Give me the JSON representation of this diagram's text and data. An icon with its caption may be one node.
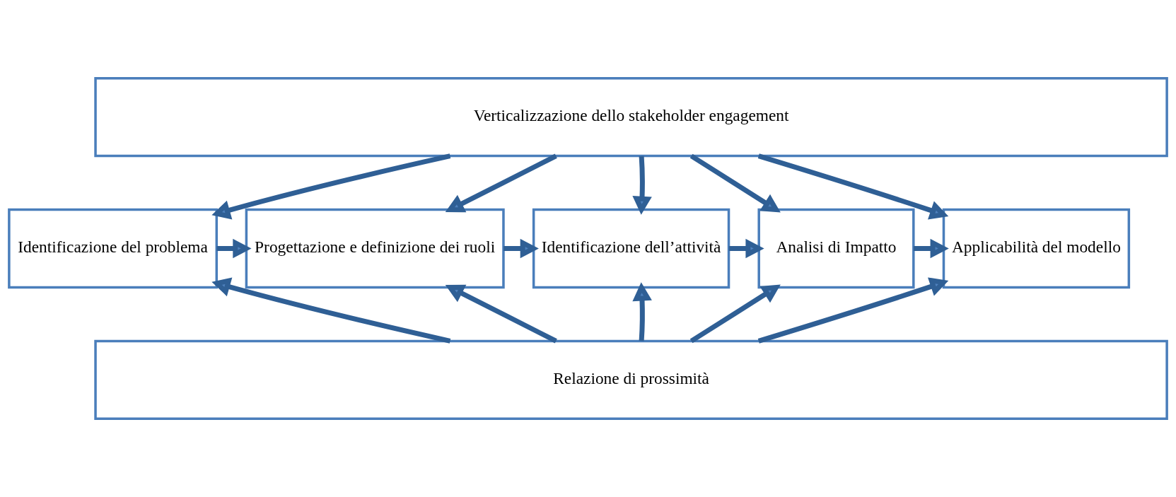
{
  "diagram": {
    "nodes": [
      {
        "text": [
          "Verticalizzazione dello stakeholder engagement"
        ]
      },
      {
        "text": [
          "Identificazione del problema"
        ]
      },
      {
        "text": [
          "Progettazione e definizione dei ruoli"
        ]
      },
      {
        "text": [
          "Identificazione dell’attività"
        ]
      },
      {
        "text": [
          "Analisi di Impatto"
        ]
      },
      {
        "text": [
          "Applicabilità del modello"
        ]
      },
      {
        "text": [
          "Relazione di prossimità"
        ]
      }
    ],
    "edges": [
      {
        "from": 0,
        "to": 1,
        "arrow": "to"
      },
      {
        "from": 0,
        "to": 2,
        "arrow": "to"
      },
      {
        "from": 0,
        "to": 3,
        "arrow": "to"
      },
      {
        "from": 0,
        "to": 4,
        "arrow": "to"
      },
      {
        "from": 0,
        "to": 5,
        "arrow": "to"
      },
      {
        "from": 1,
        "to": 2,
        "arrow": "to"
      },
      {
        "from": 2,
        "to": 3,
        "arrow": "to"
      },
      {
        "from": 3,
        "to": 4,
        "arrow": "to"
      },
      {
        "from": 4,
        "to": 5,
        "arrow": "to"
      },
      {
        "from": 6,
        "to": 1,
        "arrow": "to"
      },
      {
        "from": 6,
        "to": 2,
        "arrow": "to"
      },
      {
        "from": 6,
        "to": 3,
        "arrow": "to"
      },
      {
        "from": 6,
        "to": 4,
        "arrow": "to"
      },
      {
        "from": 6,
        "to": 5,
        "arrow": "to"
      }
    ]
  }
}
